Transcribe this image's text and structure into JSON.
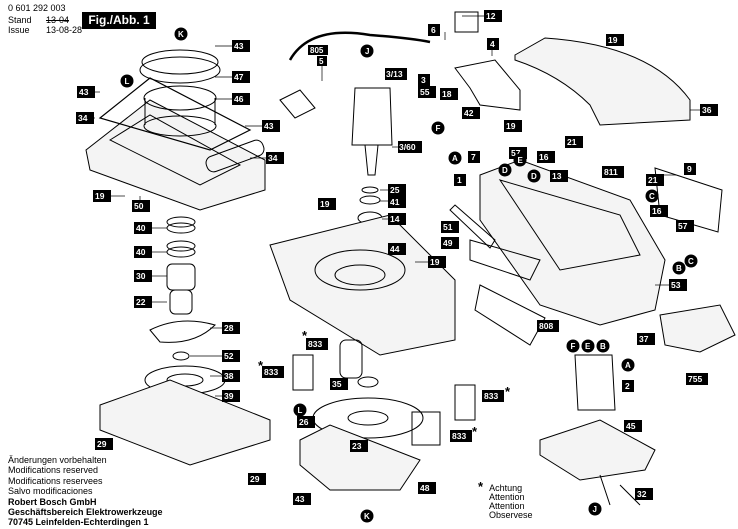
{
  "header": {
    "doc_number": "0 601 292 003",
    "stand_label": "Stand",
    "stand_value_struck": "13-04",
    "issue_label": "Issue",
    "issue_value": "13-08-28",
    "figure_label": "Fig./Abb. 1"
  },
  "footer": {
    "lines": [
      "Änderungen vorbehalten",
      "Modifications reserved",
      "Modifications reservees",
      "Salvo modificaciones"
    ],
    "company": "Robert Bosch GmbH",
    "division": "Geschäftsbereich Elektrowerkzeuge",
    "address": "70745 Leinfelden-Echterdingen 1"
  },
  "note": {
    "star": "*",
    "words": [
      "Achtung",
      "Attention",
      "Attention",
      "Observese"
    ]
  },
  "part_numbers": {
    "p43a": "43",
    "p47": "47",
    "p46": "46",
    "p43b": "43",
    "p34a": "34",
    "p43c": "43",
    "p34b": "34",
    "p19a": "19",
    "p50": "50",
    "p40a": "40",
    "p40b": "40",
    "p30": "30",
    "p22": "22",
    "p28": "28",
    "p52": "52",
    "p38": "38",
    "p39": "39",
    "p29a": "29",
    "p29b": "29",
    "p805": "805",
    "p5": "5",
    "p313": "3/13",
    "p3": "3",
    "p360": "3/60",
    "p25": "25",
    "p41": "41",
    "p14": "14",
    "p19b": "19",
    "p44": "44",
    "p19c": "19",
    "p833a": "833",
    "p833b": "833",
    "p35": "35",
    "p26": "26",
    "p23": "23",
    "p833c": "833",
    "p833d": "833",
    "p43d": "43",
    "p48": "48",
    "p12": "12",
    "p6": "6",
    "p4": "4",
    "p55": "55",
    "p18": "18",
    "p42": "42",
    "p19d": "19",
    "p57a": "57",
    "p7": "7",
    "p16a": "16",
    "p21a": "21",
    "p811": "811",
    "p13": "13",
    "p21b": "21",
    "p16b": "16",
    "p1": "1",
    "p51": "51",
    "p49": "49",
    "p19e": "19",
    "p36": "36",
    "p9": "9",
    "p57b": "57",
    "p53": "53",
    "p808": "808",
    "p37": "37",
    "p755": "755",
    "p2": "2",
    "p45": "45",
    "p32": "32"
  },
  "callouts": {
    "K": "K",
    "L": "L",
    "J": "J",
    "F": "F",
    "A": "A",
    "D": "D",
    "C": "C",
    "B": "B",
    "E": "E"
  }
}
